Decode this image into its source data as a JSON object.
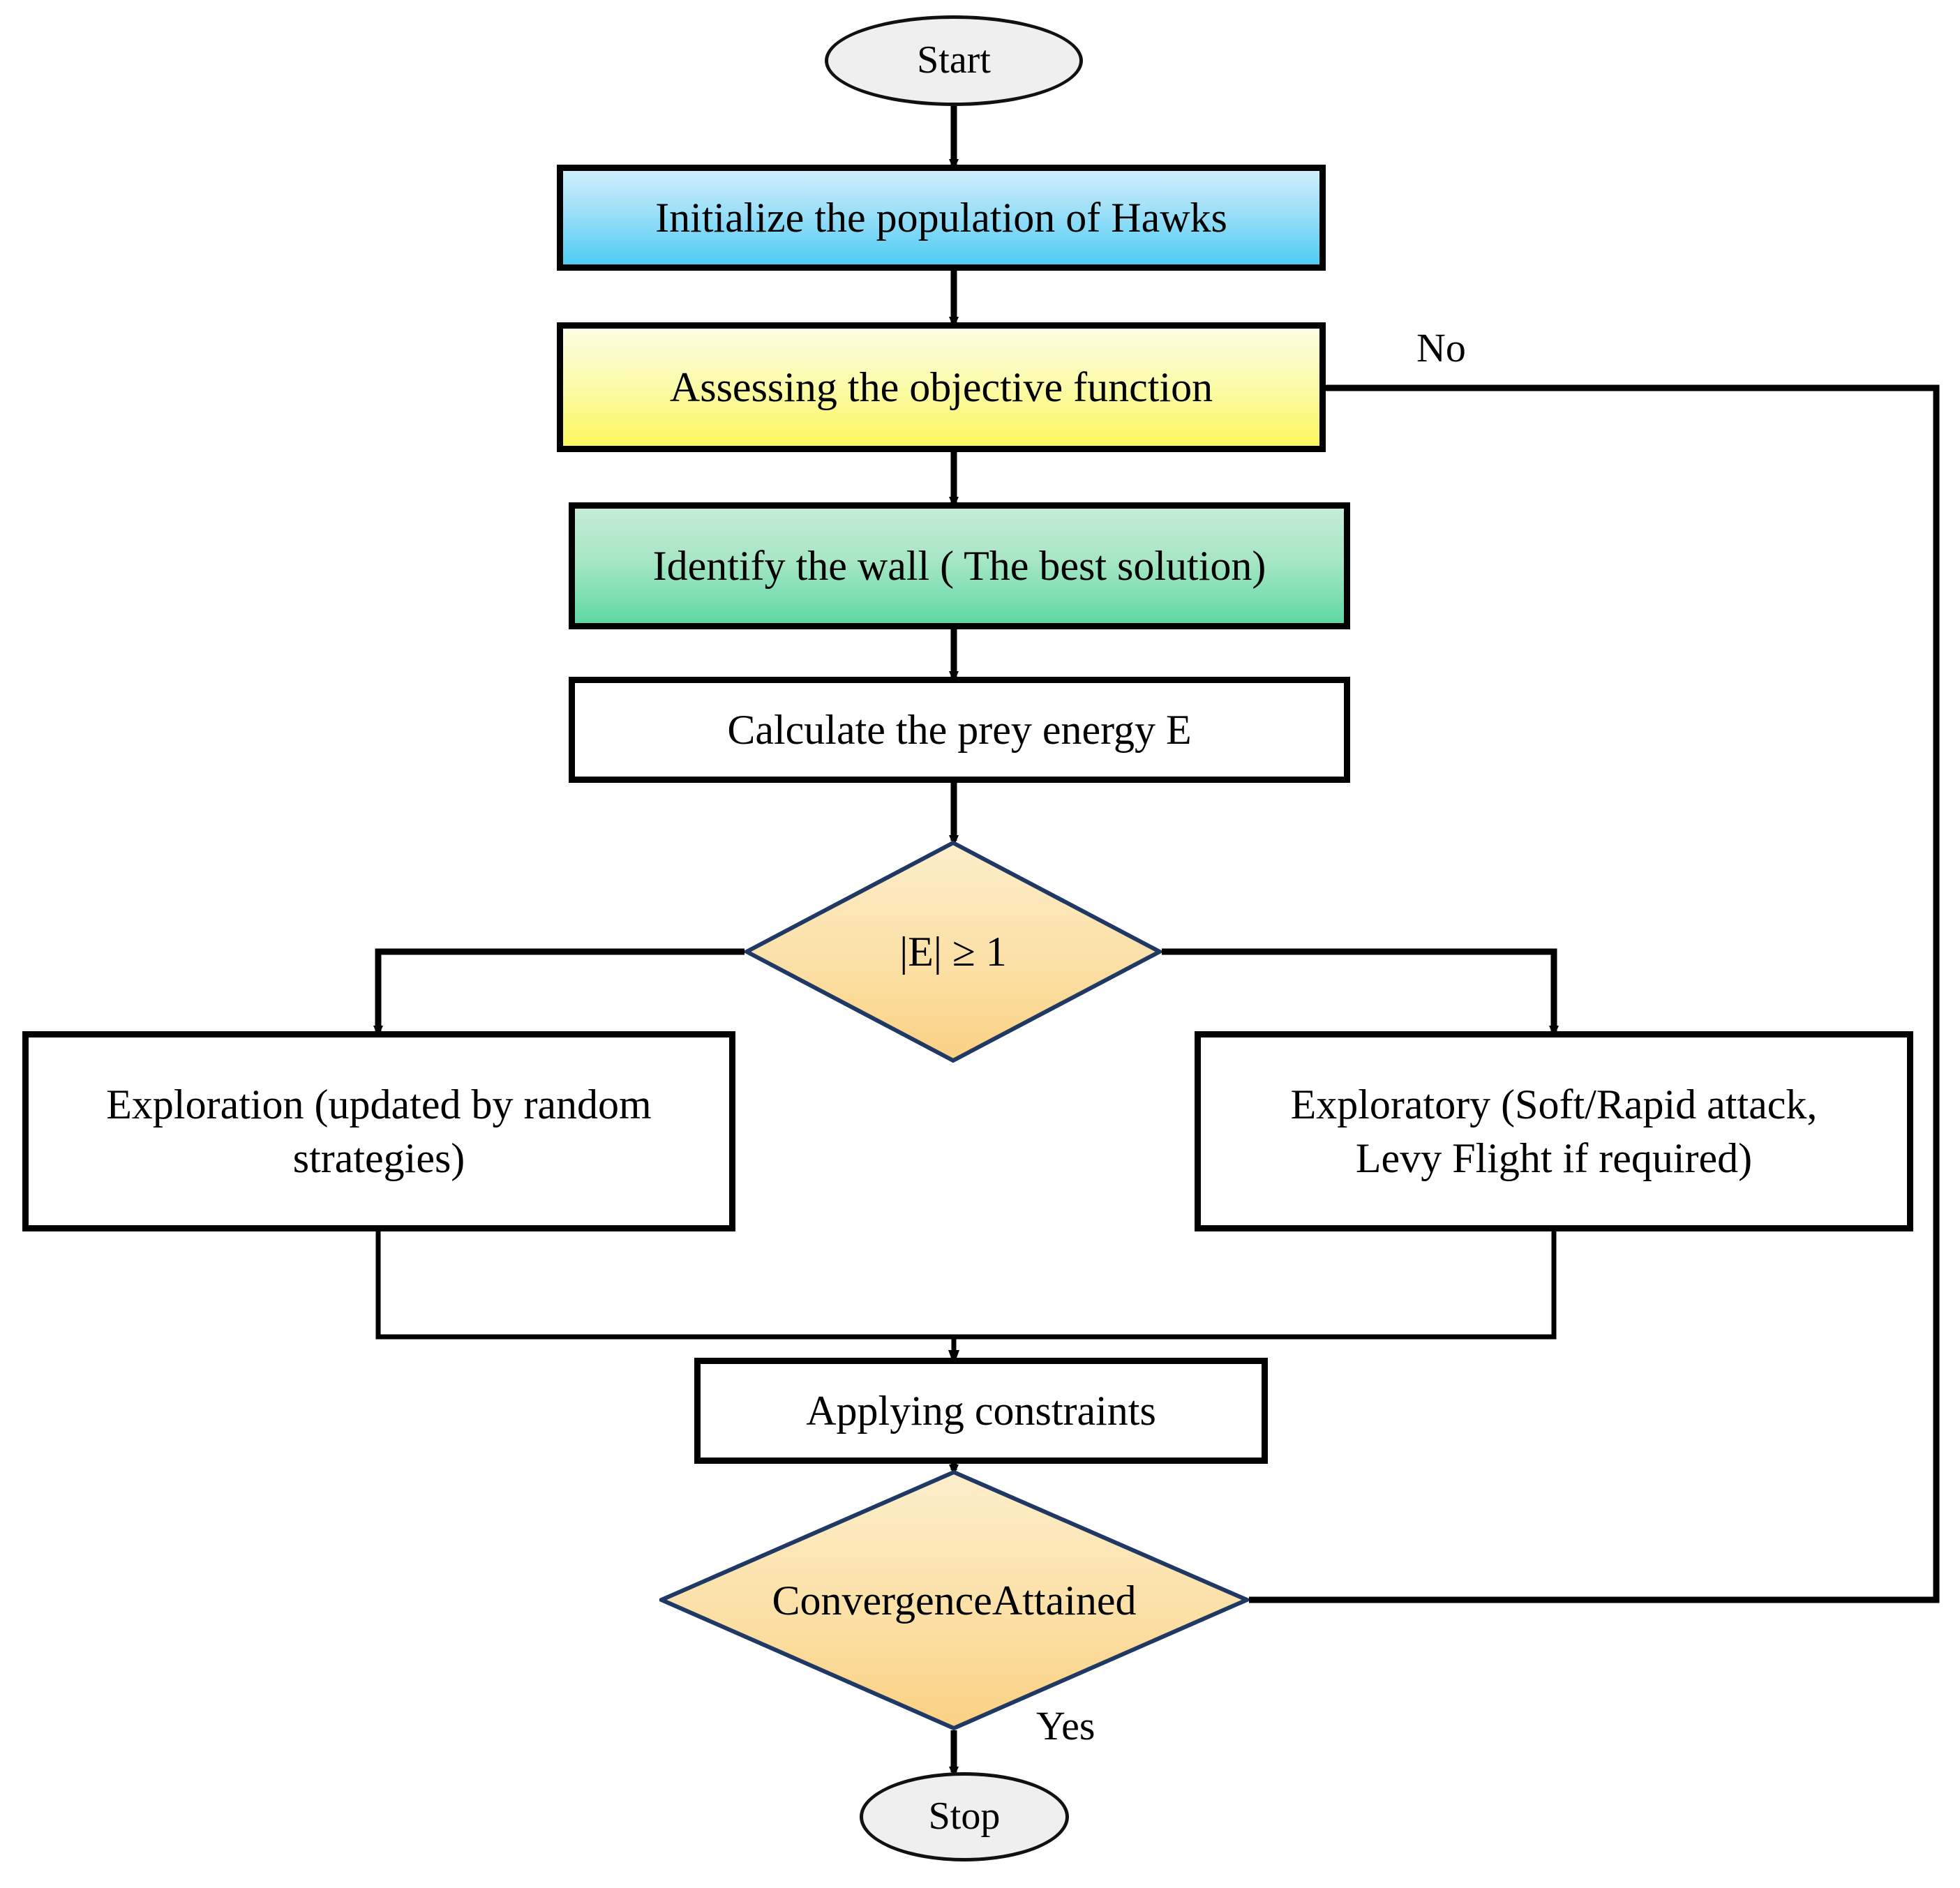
{
  "diagram": {
    "type": "flowchart",
    "title": "Harris Hawks Optimization algorithm flowchart",
    "background_color": "#ffffff",
    "line_color": "#000000",
    "decision_border_color": "#1f3864",
    "nodes": [
      {
        "id": "start",
        "shape": "terminal",
        "label": "Start",
        "fill": "#efefef"
      },
      {
        "id": "init",
        "shape": "process",
        "label": "Initialize the population of Hawks",
        "fill": "#4ecdf3"
      },
      {
        "id": "assess",
        "shape": "process",
        "label": "Assessing the objective function",
        "fill": "#fcf75e"
      },
      {
        "id": "identify",
        "shape": "process",
        "label": "Identify the wall ( The best solution)",
        "fill": "#5fd8a4"
      },
      {
        "id": "energy",
        "shape": "process",
        "label": "Calculate the prey energy E",
        "fill": "#ffffff"
      },
      {
        "id": "decision_e",
        "shape": "decision",
        "label": "|E| ≥ 1",
        "fill": "#fbdd9a"
      },
      {
        "id": "exploration",
        "shape": "process",
        "label": "Exploration (updated by random strategies)",
        "fill": "#ffffff"
      },
      {
        "id": "exploratory",
        "shape": "process",
        "label": "Exploratory (Soft/Rapid attack, Levy Flight if required)",
        "fill": "#ffffff"
      },
      {
        "id": "constraints",
        "shape": "process",
        "label": "Applying constraints",
        "fill": "#ffffff"
      },
      {
        "id": "convergence",
        "shape": "decision",
        "label": "Convergence\nAttained",
        "fill": "#fbdd9a"
      },
      {
        "id": "stop",
        "shape": "terminal",
        "label": "Stop",
        "fill": "#efefef"
      }
    ],
    "node_labels": {
      "start": "Start",
      "init": "Initialize the population of Hawks",
      "assess": "Assessing the objective function",
      "identify": "Identify the wall ( The best solution)",
      "energy": "Calculate the prey energy E",
      "decision_e": "|E| ≥ 1",
      "exploration_line1": "Exploration (updated by random",
      "exploration_line2": "strategies)",
      "exploratory_line1": "Exploratory (Soft/Rapid attack,",
      "exploratory_line2": "Levy Flight if required)",
      "constraints": "Applying constraints",
      "convergence_line1": "Convergence",
      "convergence_line2": "Attained",
      "stop": "Stop"
    },
    "edge_labels": {
      "no": "No",
      "yes": "Yes"
    },
    "edges": [
      {
        "from": "start",
        "to": "init",
        "label": ""
      },
      {
        "from": "init",
        "to": "assess",
        "label": ""
      },
      {
        "from": "assess",
        "to": "identify",
        "label": ""
      },
      {
        "from": "identify",
        "to": "energy",
        "label": ""
      },
      {
        "from": "energy",
        "to": "decision_e",
        "label": ""
      },
      {
        "from": "decision_e",
        "to": "exploration",
        "label": ""
      },
      {
        "from": "decision_e",
        "to": "exploratory",
        "label": ""
      },
      {
        "from": "exploration",
        "to": "constraints",
        "label": ""
      },
      {
        "from": "exploratory",
        "to": "constraints",
        "label": ""
      },
      {
        "from": "constraints",
        "to": "convergence",
        "label": ""
      },
      {
        "from": "convergence",
        "to": "stop",
        "label": "Yes"
      },
      {
        "from": "convergence",
        "to": "assess",
        "label": "No"
      }
    ]
  }
}
